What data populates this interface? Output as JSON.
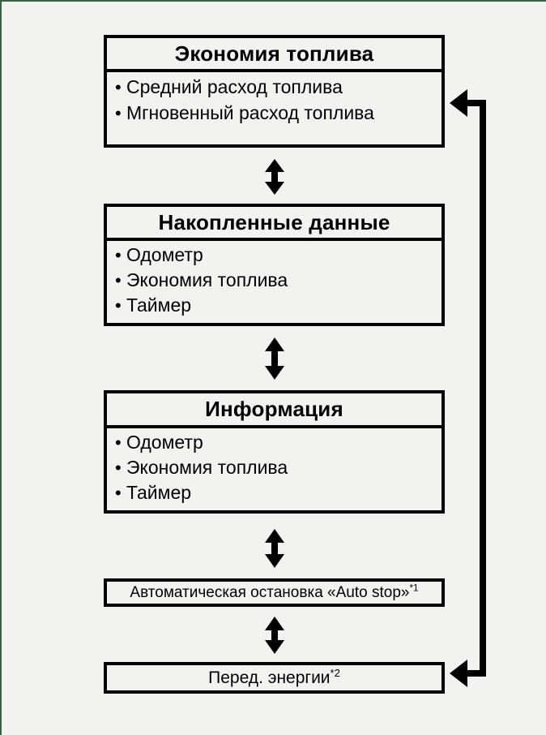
{
  "diagram": {
    "title": "Fuel economy display hierarchy",
    "background_color": "#f2f3f1",
    "line_color": "#000000",
    "page_border_color": "#3c6144",
    "boxes": [
      {
        "id": "fuel-economy",
        "header": "Экономия топлива",
        "bullet_symbol": "•",
        "items": [
          "Средний расход топлива",
          "Мгновенный расход топлива"
        ]
      },
      {
        "id": "accumulated",
        "header": "Накопленные данные",
        "bullet_symbol": "•",
        "items": [
          "Одометр",
          "Экономия топлива",
          "Таймер"
        ]
      },
      {
        "id": "information",
        "header": "Информация",
        "bullet_symbol": "•",
        "items": [
          "Одометр",
          "Экономия топлива",
          "Таймер"
        ]
      },
      {
        "id": "auto-stop",
        "label": "Автоматическая остановка «Auto stop»",
        "note": "*1"
      },
      {
        "id": "energy-transfer",
        "label": "Перед. энергии",
        "note": "*2"
      }
    ],
    "connectors": [
      {
        "id": "arrow-1-2",
        "from": "fuel-economy",
        "to": "accumulated",
        "kind": "double-arrow-vertical"
      },
      {
        "id": "arrow-2-3",
        "from": "accumulated",
        "to": "information",
        "kind": "double-arrow-vertical"
      },
      {
        "id": "arrow-3-4",
        "from": "information",
        "to": "auto-stop",
        "kind": "double-arrow-vertical"
      },
      {
        "id": "arrow-4-5",
        "from": "auto-stop",
        "to": "energy-transfer",
        "kind": "double-arrow-vertical"
      },
      {
        "id": "feedback-rail",
        "from": "energy-transfer",
        "to": "fuel-economy",
        "kind": "loop-rail-left-arrowheads"
      }
    ]
  }
}
